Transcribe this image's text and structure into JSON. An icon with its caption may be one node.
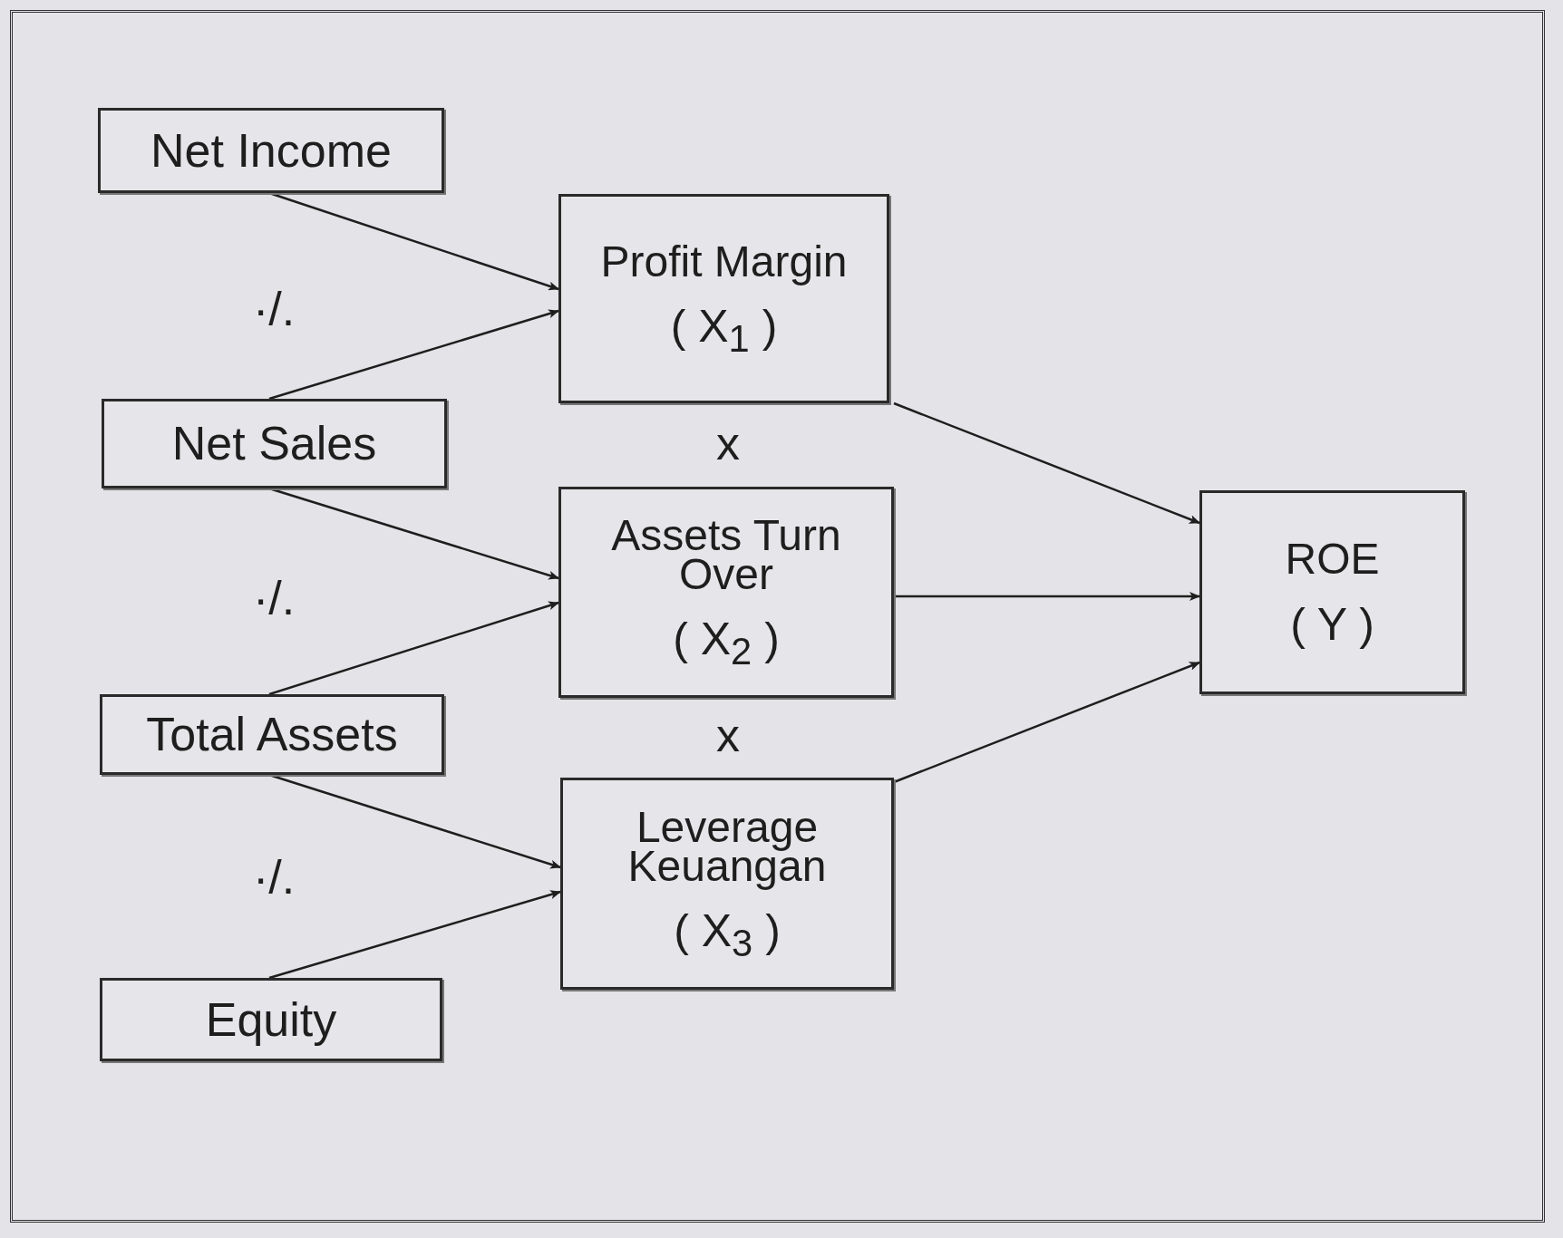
{
  "diagram": {
    "nodes": [
      {
        "text": [
          "Net Income"
        ]
      },
      {
        "text": [
          "Net Sales"
        ]
      },
      {
        "text": [
          "Total Assets"
        ]
      },
      {
        "text": [
          "Equity"
        ]
      },
      {
        "text": [
          "Profit Margin",
          "( X$_{1}$ )"
        ]
      },
      {
        "text": [
          "Assets Turn Over",
          "( X$_{2}$ )"
        ]
      },
      {
        "text": [
          "Leverage Keuangan",
          "( X$_{3}$ )"
        ]
      },
      {
        "text": [
          "ROE",
          "( Y )"
        ]
      }
    ],
    "edges": [
      {
        "from": 0,
        "to": 4,
        "arrow": "to"
      },
      {
        "from": 1,
        "to": 4,
        "arrow": "to"
      },
      {
        "from": 1,
        "to": 5,
        "arrow": "to"
      },
      {
        "from": 2,
        "to": 5,
        "arrow": "to"
      },
      {
        "from": 2,
        "to": 6,
        "arrow": "to"
      },
      {
        "from": 3,
        "to": 6,
        "arrow": "to"
      },
      {
        "from": 4,
        "to": 7,
        "arrow": "to"
      },
      {
        "from": 5,
        "to": 7,
        "arrow": "to"
      },
      {
        "from": 6,
        "to": 7,
        "arrow": "to"
      }
    ],
    "labels": [
      "·/.",
      "x",
      "·/.",
      "x",
      "·/."
    ]
  }
}
